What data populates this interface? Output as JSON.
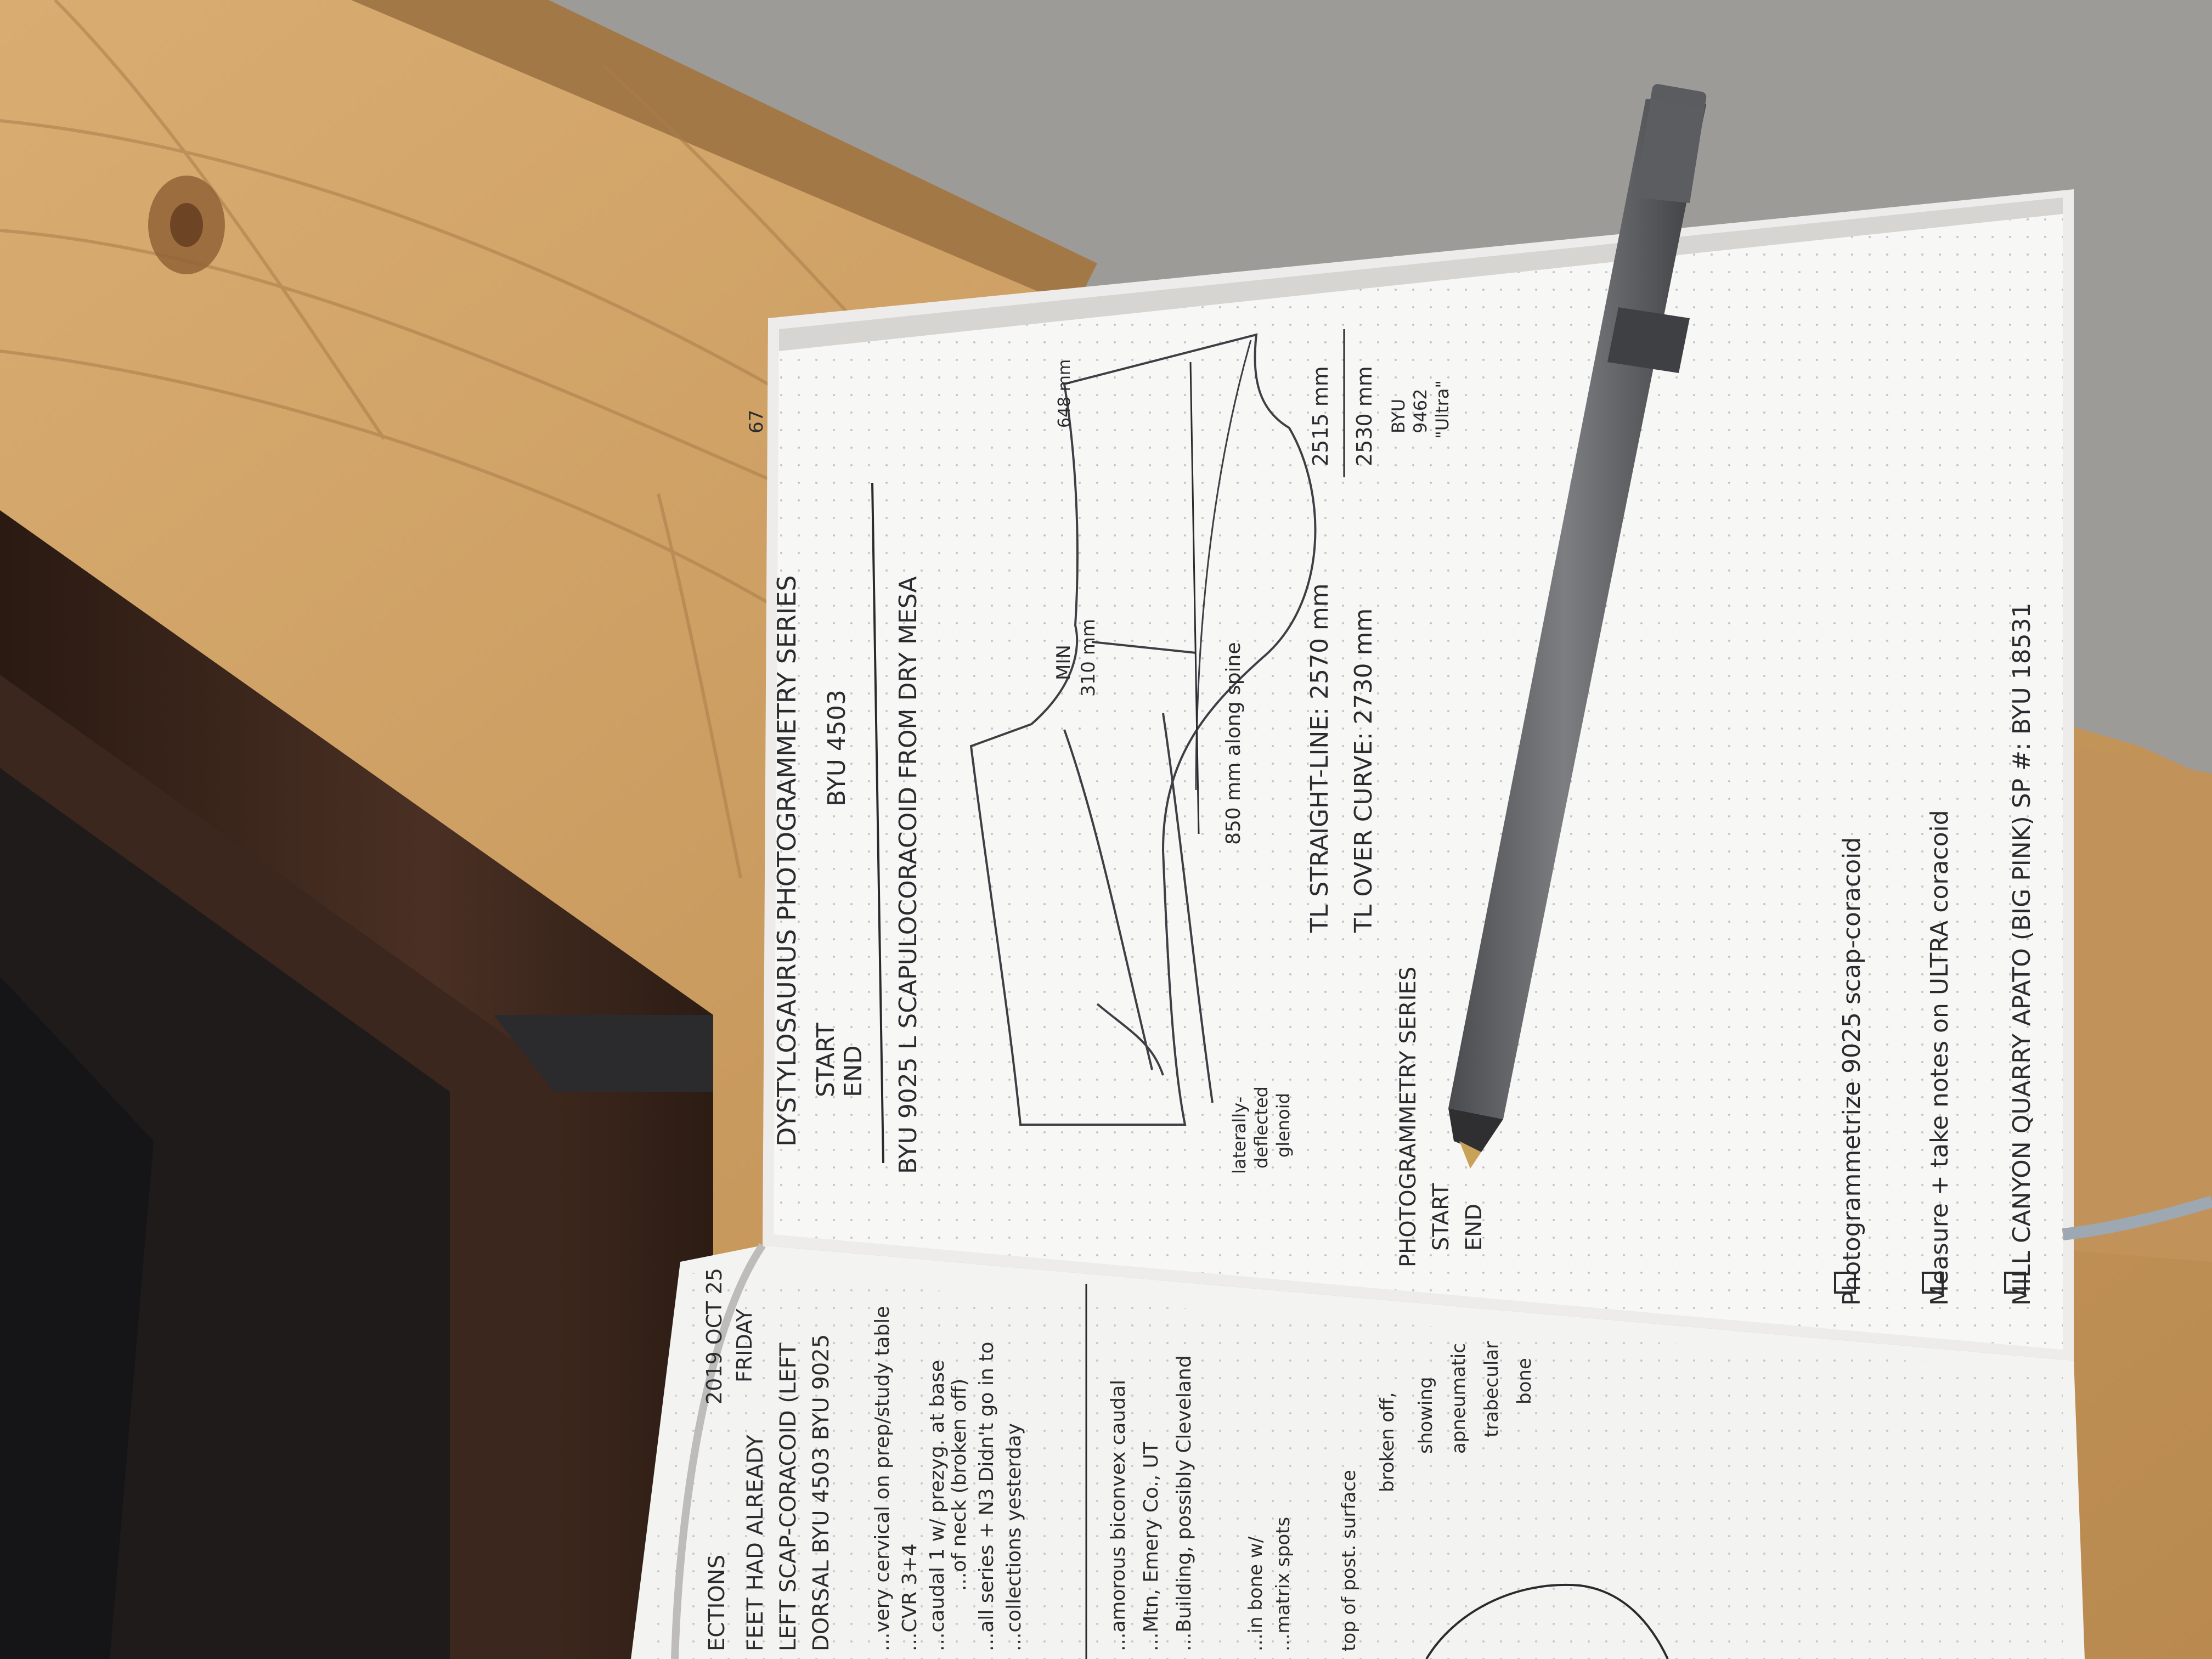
{
  "right_page": {
    "page_number": "67",
    "series_title": "DYSTYLOSAURUS PHOTOGRAMMETRY SERIES",
    "start_label": "START",
    "end_label": "END",
    "specimen_id": "BYU 4503",
    "bone_title": "BYU 9025 L SCAPULOCORACOID FROM DRY MESA",
    "width_label": "648 mm",
    "min_label_1": "MIN",
    "min_label_2": "310 mm",
    "spine_label": "850 mm along spine",
    "glenoid_label": [
      "laterally-",
      "deflected",
      "glenoid"
    ],
    "tl_straight": "TL STRAIGHT-LINE: 2570 mm",
    "tl_curve": "TL OVER CURVE: 2730 mm",
    "side_value_1": "2515 mm",
    "side_value_2": "2530 mm",
    "ref_specimen": [
      "BYU",
      "9462",
      "\"Ultra\""
    ],
    "photo_series": "PHOTOGRAMMETRY SERIES",
    "photo_start": "START",
    "photo_end": "END",
    "checklist": [
      "Photogrammetrize 9025 scap-coracoid",
      "Measure + take notes on ULTRA coracoid",
      "MILL CANYON QUARRY APATO (BIG PINK) SP #: BYU 18531"
    ]
  },
  "left_page": {
    "header": [
      "ECTIONS",
      "2019 OCT 25",
      "FRIDAY"
    ],
    "lines_top": [
      "FEET HAD ALREADY",
      "LEFT SCAP-CORACOID (LEFT",
      "DORSAL BYU 4503  BYU 9025"
    ],
    "notes": [
      "...very cervical on prep/study table",
      "...CVR 3+4",
      "...caudal 1 w/ prezyg. at base",
      "...of neck (broken off)",
      "...all series + N3 Didn't go in to",
      "...collections yesterday"
    ],
    "section_2": [
      "...amorous biconvex caudal",
      "...Mtn, Emery Co., UT",
      "...Building, possibly Cleveland"
    ],
    "bottom_notes": [
      "...in bone w/",
      "...matrix spots",
      "top of post. surface",
      "broken off,",
      "showing",
      "apneumatic",
      "trabecular",
      "bone"
    ]
  }
}
